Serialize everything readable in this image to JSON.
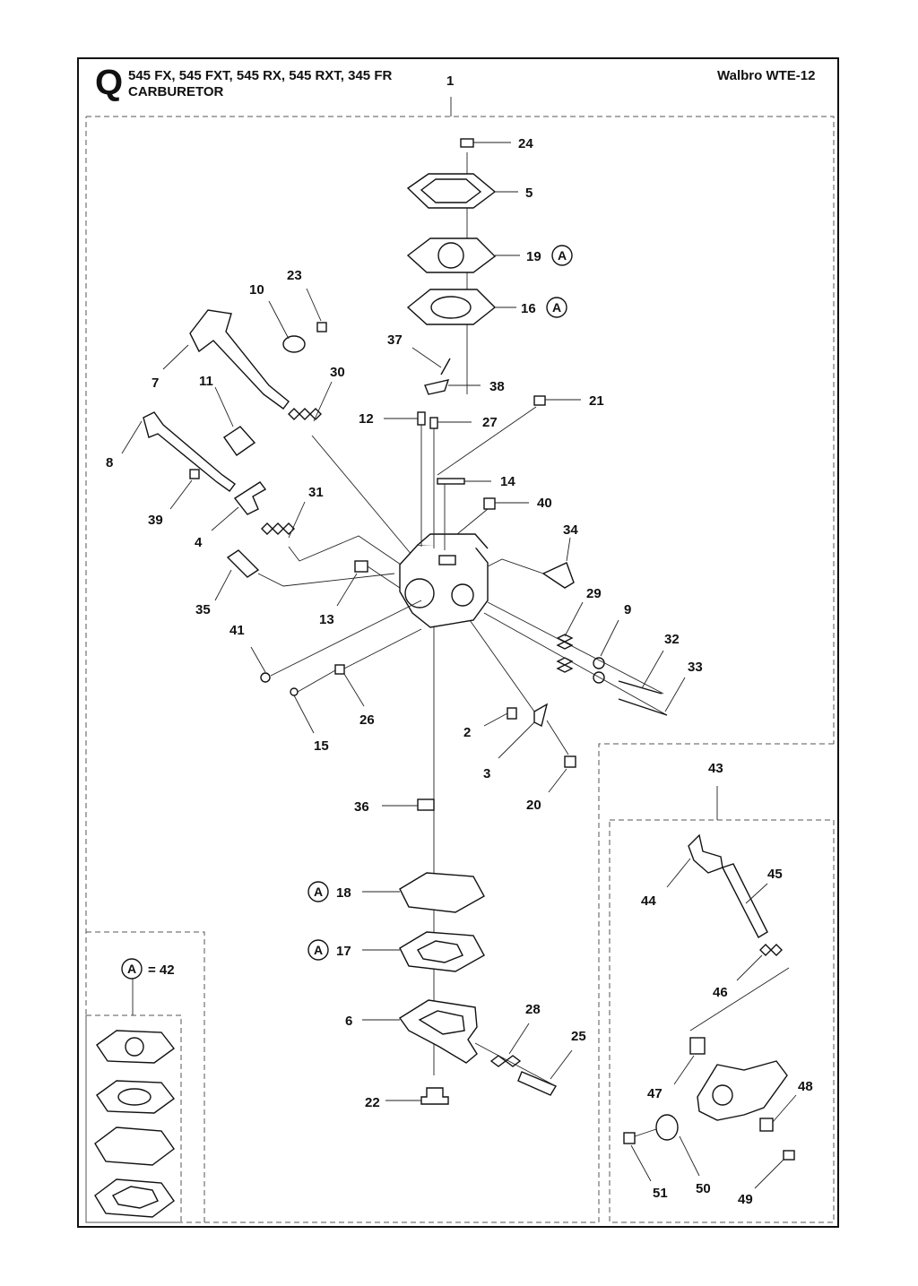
{
  "header": {
    "section_letter": "Q",
    "models": "545 FX, 545 FXT, 545 RX, 545 RXT, 345 FR",
    "title": "CARBURETOR",
    "carburetor_model": "Walbro WTE-12"
  },
  "kit": {
    "marker": "A",
    "equals_label": "= 42"
  },
  "callouts": {
    "p1": "1",
    "p2": "2",
    "p3": "3",
    "p4": "4",
    "p5": "5",
    "p6": "6",
    "p7": "7",
    "p8": "8",
    "p9": "9",
    "p10": "10",
    "p11": "11",
    "p12": "12",
    "p13": "13",
    "p14": "14",
    "p15": "15",
    "p16": "16",
    "p17": "17",
    "p18": "18",
    "p19": "19",
    "p20": "20",
    "p21": "21",
    "p22": "22",
    "p23": "23",
    "p24": "24",
    "p25": "25",
    "p26": "26",
    "p27": "27",
    "p28": "28",
    "p29": "29",
    "p30": "30",
    "p31": "31",
    "p32": "32",
    "p33": "33",
    "p34": "34",
    "p35": "35",
    "p36": "36",
    "p37": "37",
    "p38": "38",
    "p39": "39",
    "p40": "40",
    "p41": "41",
    "p43": "43",
    "p44": "44",
    "p45": "45",
    "p46": "46",
    "p47": "47",
    "p48": "48",
    "p49": "49",
    "p50": "50",
    "p51": "51"
  }
}
